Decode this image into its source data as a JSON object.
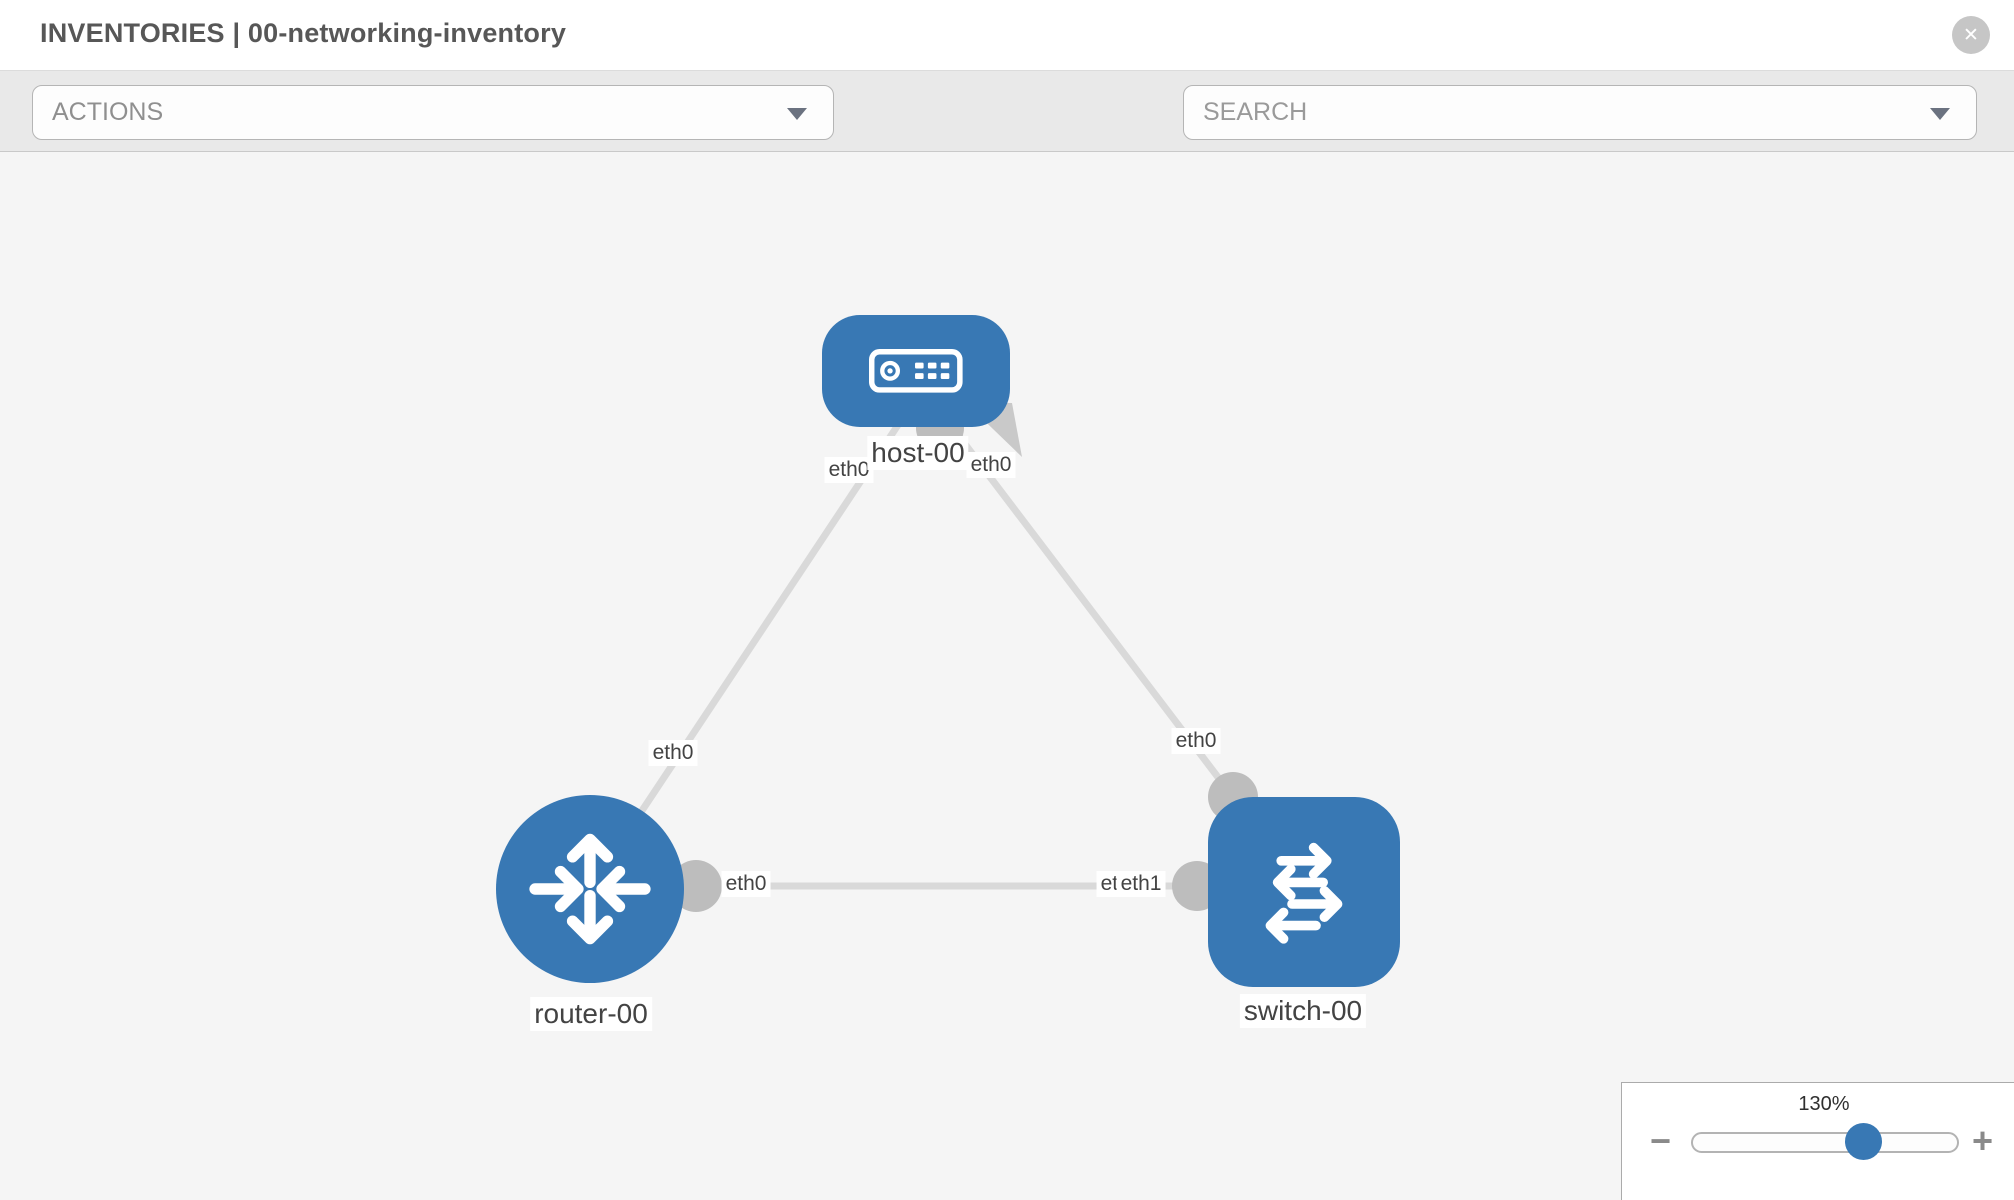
{
  "header": {
    "title": "INVENTORIES | 00-networking-inventory",
    "close_glyph": "✕"
  },
  "toolbar": {
    "actions_label": "ACTIONS",
    "search_placeholder": "SEARCH",
    "icons": [
      "wrench-icon",
      "key-icon"
    ]
  },
  "canvas": {
    "nodes": {
      "host": {
        "label": "host-00",
        "type": "host"
      },
      "router": {
        "label": "router-00",
        "type": "router"
      },
      "switch": {
        "label": "switch-00",
        "type": "switch"
      }
    },
    "interfaces": {
      "host_left": "eth0",
      "host_right": "eth0",
      "router_upper": "eth0",
      "switch_upper": "eth0",
      "router_mid": "eth0",
      "switch_mid_a": "eth0",
      "switch_mid_b": "eth1"
    },
    "links": [
      {
        "from": "host-00",
        "to": "router-00"
      },
      {
        "from": "host-00",
        "to": "switch-00"
      },
      {
        "from": "router-00",
        "to": "switch-00"
      }
    ]
  },
  "zoom": {
    "level": "130%",
    "minus_glyph": "−",
    "plus_glyph": "+"
  },
  "colors": {
    "node_blue": "#3878b4",
    "edge_gray": "#d9d9d9",
    "endpoint_gray": "#bdbdbd",
    "toolbar_bg": "#e9e9e9",
    "canvas_bg": "#f5f5f5",
    "icon_gray": "#7b828b"
  }
}
